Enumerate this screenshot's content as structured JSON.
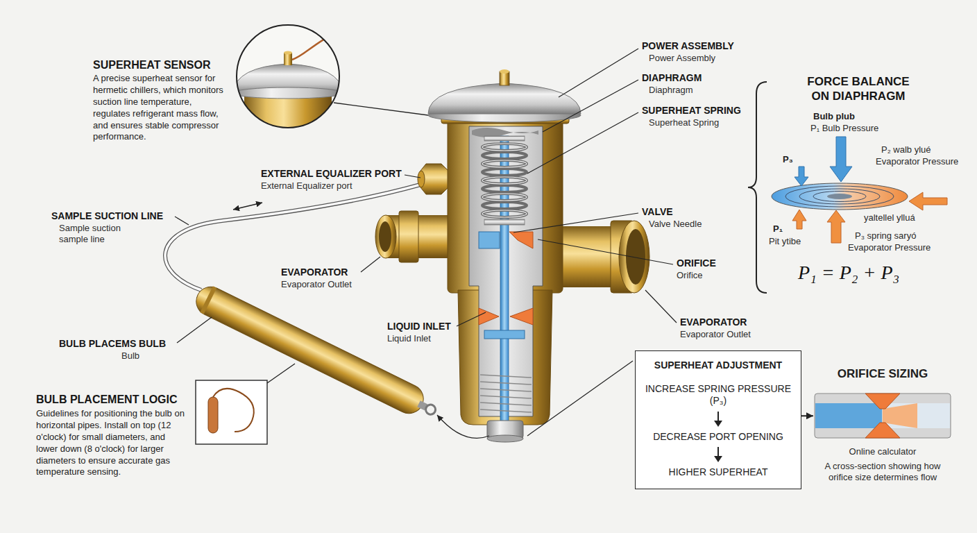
{
  "diagram": {
    "nodes": [
      {
        "text": [
          "SUPERHEAT ADJUSTMENT",
          "INCREASE SPRING PRESSURE (P₃)",
          "DECREASE PORT OPENING",
          "HIGHER SUPERHEAT"
        ]
      },
      {
        "text": [
          "ORIFICE SIZING",
          "Online calculator",
          "A cross-section showing how orifice size determines flow"
        ]
      }
    ],
    "edges": [
      {
        "from": 0,
        "to": 1,
        "arrow": "to"
      }
    ],
    "labels": [
      "SUPERHEAT SENSOR",
      "A precise superheat sensor for hermetic chillers, which monitors suction line temperature, regulates refrigerant mass flow, and ensures stable compressor performance.",
      "POWER ASSEMBLY",
      "Power Assembly",
      "DIAPHRAGM",
      "Diaphragm",
      "SUPERHEAT SPRING",
      "Superheat Spring",
      "VALVE",
      "Valve Needle",
      "ORIFICE",
      "Orifice",
      "EVAPORATOR",
      "Evaporator Outlet",
      "EXTERNAL EQUALIZER PORT",
      "External Equalizer port",
      "SAMPLE SUCTION LINE",
      "Sample suction sample line",
      "EVAPORATOR",
      "Evaporator Outlet",
      "LIQUID INLET",
      "Liquid Inlet",
      "BULB PLACEMS BULB",
      "Bulb",
      "BULB PLACEMENT LOGIC",
      "Guidelines for positioning the bulb on horizontal pipes. Install on top (12 o'clock) for small diameters, and lower down (8 o'clock) for larger diameters to ensure accurate gas temperature sensing.",
      "FORCE BALANCE ON DIAPHRAGM",
      "Bulb plub",
      "P₁ Bulb Pressure",
      "P₂ walb ylué",
      "Evaporator Pressure",
      "P₃",
      "yaltellel ylluá",
      "P₁",
      "Pit ytibe",
      "P₃ spring saryó",
      "Evaporator Pressure",
      "P₁ = P₂ + P₃"
    ]
  }
}
